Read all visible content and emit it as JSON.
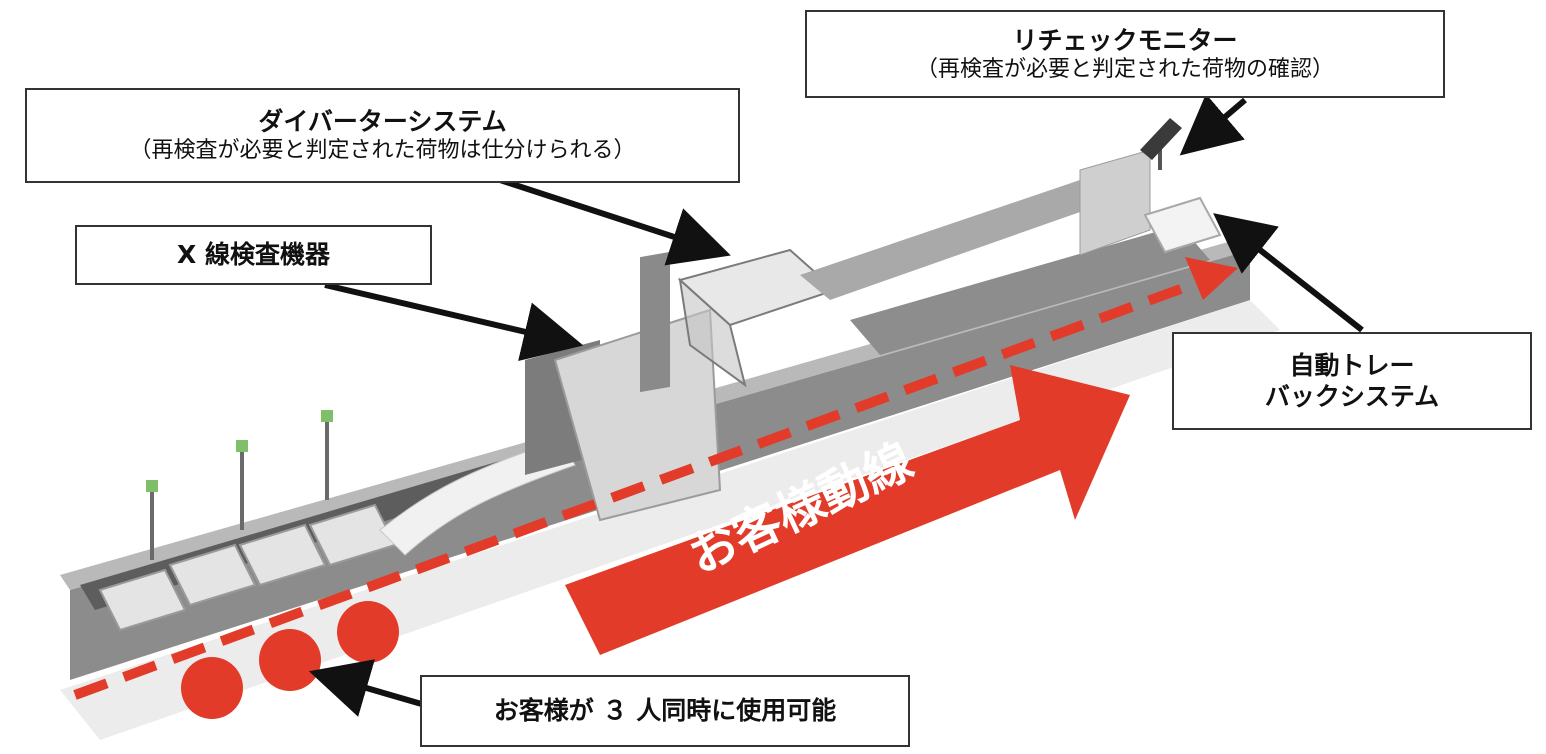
{
  "callouts": {
    "recheck_monitor": {
      "title": "リチェックモニター",
      "subtitle": "（再検査が必要と判定された荷物の確認）"
    },
    "diverter_system": {
      "title": "ダイバーターシステム",
      "subtitle": "（再検査が必要と判定された荷物は仕分けられる）"
    },
    "xray_device": {
      "title": "X 線検査機器"
    },
    "auto_tray_back": {
      "line1": "自動トレー",
      "line2": "バックシステム"
    },
    "three_customers": {
      "title": "お客様が ３ 人同時に使用可能"
    }
  },
  "flow_label": "お客様動線",
  "colors": {
    "accent_red": "#e23b2a",
    "machine_gray": "#8f8f8f",
    "box_border": "#333333"
  }
}
